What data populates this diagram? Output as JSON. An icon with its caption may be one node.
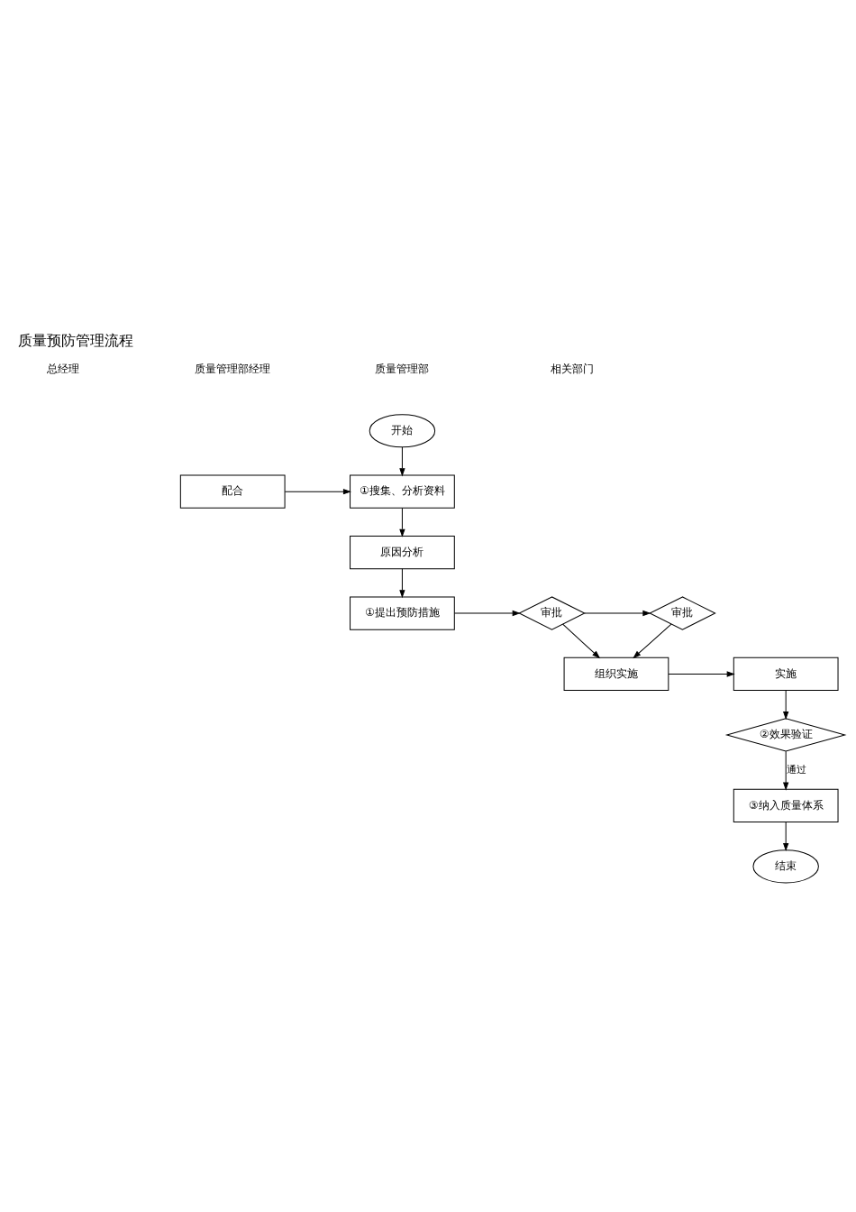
{
  "diagram": {
    "title": "质量预防管理流程",
    "nodes": [
      {
        "text": [
          "开始"
        ]
      },
      {
        "text": [
          "①搜集、分析资料"
        ]
      },
      {
        "text": [
          "配合"
        ]
      },
      {
        "text": [
          "原因分析"
        ]
      },
      {
        "text": [
          "①提出预防措施"
        ]
      },
      {
        "text": [
          "审批"
        ]
      },
      {
        "text": [
          "审批"
        ]
      },
      {
        "text": [
          "组织实施"
        ]
      },
      {
        "text": [
          "实施"
        ]
      },
      {
        "text": [
          "②效果验证"
        ]
      },
      {
        "text": [
          "③纳入质量体系"
        ]
      },
      {
        "text": [
          "结束"
        ]
      }
    ],
    "edges": [
      {
        "from": 0,
        "to": 1,
        "arrow": "to"
      },
      {
        "from": 2,
        "to": 1,
        "arrow": "to"
      },
      {
        "from": 1,
        "to": 3,
        "arrow": "to"
      },
      {
        "from": 3,
        "to": 4,
        "arrow": "to"
      },
      {
        "from": 4,
        "to": 5,
        "arrow": "to"
      },
      {
        "from": 5,
        "to": 6,
        "arrow": "to"
      },
      {
        "from": 6,
        "to": 7,
        "arrow": "to"
      },
      {
        "from": 5,
        "to": 7,
        "arrow": "to"
      },
      {
        "from": 7,
        "to": 8,
        "arrow": "to"
      },
      {
        "from": 8,
        "to": 9,
        "arrow": "to"
      },
      {
        "from": 9,
        "to": 10,
        "arrow": "to",
        "label": "通过"
      },
      {
        "from": 10,
        "to": 11,
        "arrow": "to"
      }
    ],
    "labels": [
      "总经理",
      "质量管理部经理",
      "质量管理部",
      "相关部门"
    ]
  }
}
